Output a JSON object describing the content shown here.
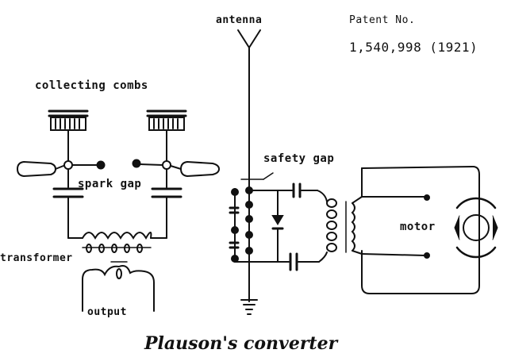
{
  "patent": {
    "line1": "Patent No.",
    "line2": "1,540,998 (1921)"
  },
  "labels": {
    "antenna": "antenna",
    "collecting_combs": "collecting combs",
    "spark_gap": "spark gap",
    "safety_gap": "safety gap",
    "transformer": "transformer",
    "output": "output",
    "motor": "motor"
  },
  "caption": "Plauson's converter"
}
